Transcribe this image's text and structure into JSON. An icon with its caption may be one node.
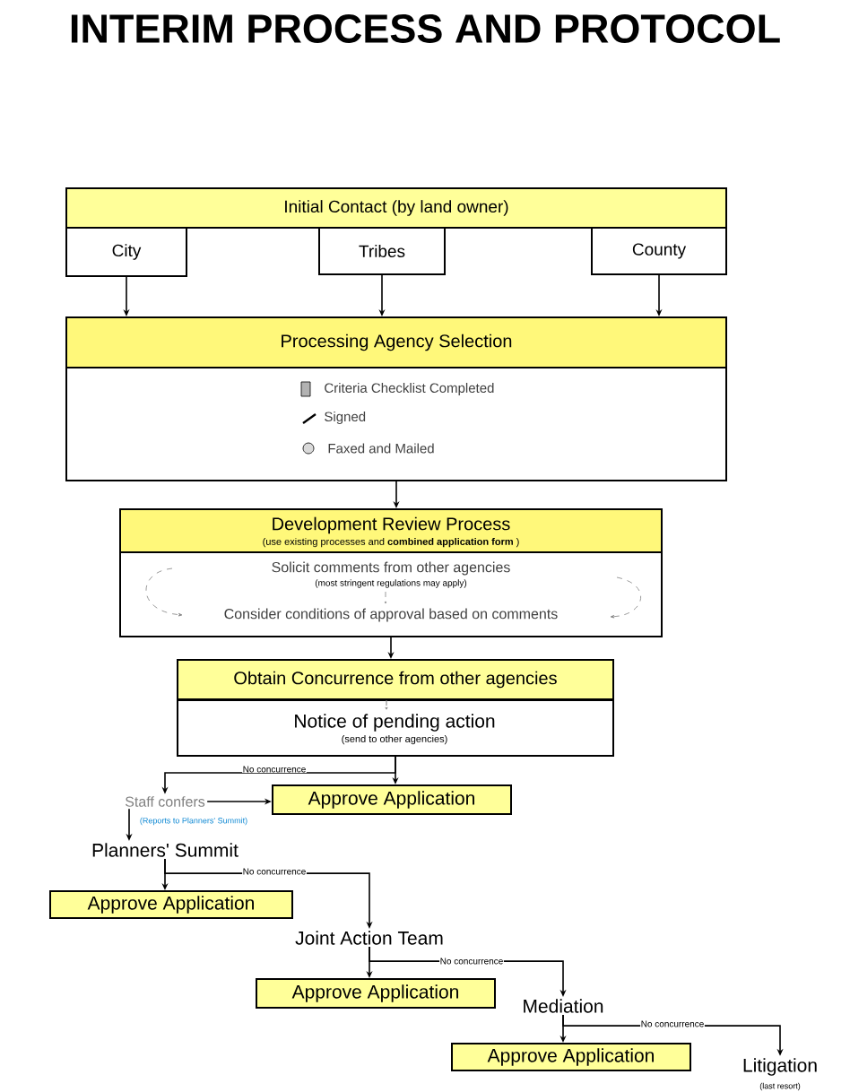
{
  "diagram": {
    "title": "INTERIM PROCESS AND PROTOCOL",
    "nodes": [
      {
        "text": [
          "Initial Contact (by land owner)"
        ]
      },
      {
        "text": [
          "City"
        ]
      },
      {
        "text": [
          "Tribes"
        ]
      },
      {
        "text": [
          "County"
        ]
      },
      {
        "text": [
          "Processing Agency Selection",
          "Criteria Checklist Completed",
          "Signed",
          "Faxed and Mailed"
        ]
      },
      {
        "text": [
          "Development Review Process",
          "(use existing processes and **combined application form** )",
          "Solicit comments from other agencies",
          "(most stringent regulations may apply)",
          "Consider conditions of approval based on comments"
        ]
      },
      {
        "text": [
          "Obtain Concurrence from other agencies"
        ]
      },
      {
        "text": [
          "Notice of pending action",
          "(send to other agencies)"
        ]
      },
      {
        "text": [
          "Approve Application"
        ]
      },
      {
        "text": [
          "Staff confers"
        ],
        "beside": [
          "(Reports to Planners' Summit)"
        ]
      },
      {
        "text": [
          "Planners' Summit"
        ]
      },
      {
        "text": [
          "Approve Application"
        ]
      },
      {
        "text": [
          "Joint Action Team"
        ]
      },
      {
        "text": [
          "Approve Application"
        ]
      },
      {
        "text": [
          "Mediation"
        ]
      },
      {
        "text": [
          "Approve Application"
        ]
      },
      {
        "text": [
          "Litigation"
        ],
        "beside": [
          "(last resort)"
        ]
      }
    ],
    "edges": [
      {
        "from": 1,
        "to": 4,
        "arrow": "to"
      },
      {
        "from": 2,
        "to": 4,
        "arrow": "to"
      },
      {
        "from": 3,
        "to": 4,
        "arrow": "to"
      },
      {
        "from": 4,
        "to": 5,
        "arrow": "to"
      },
      {
        "from": 5,
        "to": 6,
        "arrow": "to"
      },
      {
        "from": 6,
        "to": 7,
        "arrow": "to",
        "style": "dashed",
        "color": "#808080"
      },
      {
        "from": 7,
        "to": 8,
        "arrow": "to"
      },
      {
        "from": 7,
        "to": 9,
        "arrow": "to",
        "label": "No concurrence"
      },
      {
        "from": 9,
        "to": 8,
        "arrow": "to"
      },
      {
        "from": 9,
        "to": 10,
        "arrow": "to"
      },
      {
        "from": 10,
        "to": 11,
        "arrow": "to"
      },
      {
        "from": 10,
        "to": 12,
        "arrow": "to",
        "label": "No concurrence"
      },
      {
        "from": 12,
        "to": 13,
        "arrow": "to"
      },
      {
        "from": 12,
        "to": 14,
        "arrow": "to",
        "label": "No concurrence"
      },
      {
        "from": 14,
        "to": 15,
        "arrow": "to"
      },
      {
        "from": 14,
        "to": 16,
        "arrow": "to",
        "label": "No concurrence"
      }
    ]
  }
}
